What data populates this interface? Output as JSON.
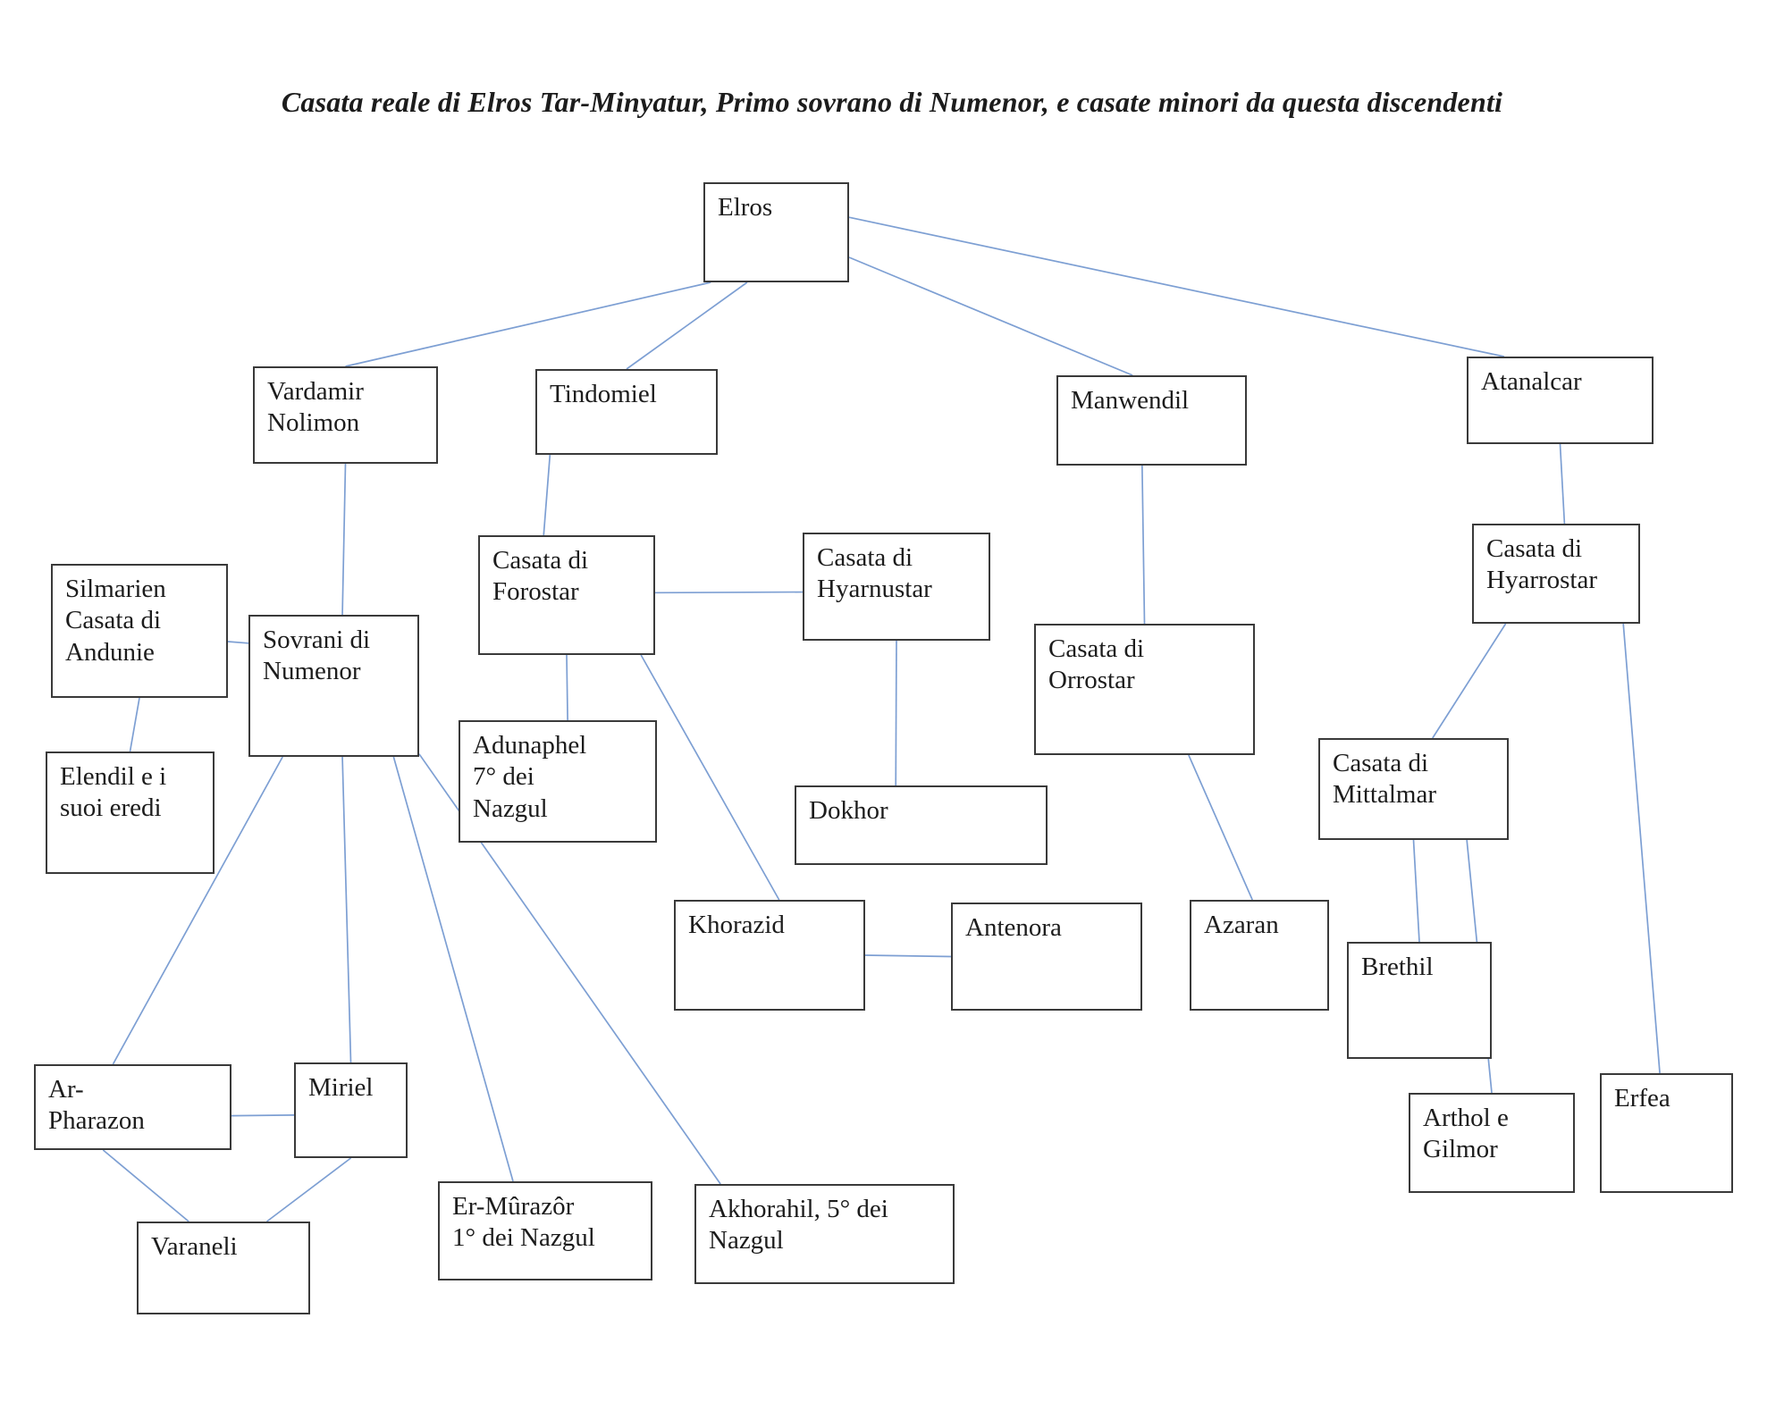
{
  "title": "Casata reale di Elros Tar-Minyatur, Primo sovrano di Numenor, e casate minori da questa discendenti",
  "colors": {
    "edge": "#7d9fd3",
    "node_border": "#3a3a3a",
    "background": "#ffffff",
    "text": "#1c1c1c"
  },
  "nodes": {
    "elros": {
      "label": "Elros"
    },
    "vardamir": {
      "label": "Vardamir\nNolimon"
    },
    "tindomiel": {
      "label": "Tindomiel"
    },
    "manwendil": {
      "label": "Manwendil"
    },
    "atanalcar": {
      "label": "Atanalcar"
    },
    "silmarien": {
      "label": "Silmarien\nCasata di\nAndunie"
    },
    "sovrani": {
      "label": "Sovrani di\nNumenor"
    },
    "forostar": {
      "label": "Casata di\nForostar"
    },
    "hyarnustar": {
      "label": "Casata di\nHyarnustar"
    },
    "orrostar": {
      "label": "Casata di\nOrrostar"
    },
    "hyarrostar": {
      "label": "Casata di\nHyarrostar"
    },
    "elendil": {
      "label": "Elendil e i\nsuoi eredi"
    },
    "adunaphel": {
      "label": "Adunaphel\n7° dei\nNazgul"
    },
    "dokhor": {
      "label": "Dokhor"
    },
    "mittalmar": {
      "label": "Casata di\nMittalmar"
    },
    "khorazid": {
      "label": "Khorazid"
    },
    "antenora": {
      "label": "Antenora"
    },
    "azaran": {
      "label": "Azaran"
    },
    "brethil": {
      "label": "Brethil"
    },
    "arpharazon": {
      "label": "Ar-\nPharazon"
    },
    "miriel": {
      "label": "Miriel"
    },
    "varaneli": {
      "label": "Varaneli"
    },
    "ermurazor": {
      "label": "Er-Mûrazôr\n1° dei Nazgul"
    },
    "akhorahil": {
      "label": "Akhorahil, 5° dei\nNazgul"
    },
    "arthol": {
      "label": "Arthol e\nGilmor"
    },
    "erfea": {
      "label": "Erfea"
    }
  },
  "edges": [
    {
      "from": "elros",
      "from_side": "bottom",
      "from_t": 0.05,
      "to": "vardamir",
      "to_side": "top",
      "to_t": 0.5
    },
    {
      "from": "elros",
      "from_side": "bottom",
      "from_t": 0.3,
      "to": "tindomiel",
      "to_side": "top",
      "to_t": 0.5
    },
    {
      "from": "elros",
      "from_side": "right",
      "from_t": 0.75,
      "to": "manwendil",
      "to_side": "top",
      "to_t": 0.4
    },
    {
      "from": "elros",
      "from_side": "right",
      "from_t": 0.35,
      "to": "atanalcar",
      "to_side": "top",
      "to_t": 0.2
    },
    {
      "from": "vardamir",
      "from_side": "bottom",
      "from_t": 0.5,
      "to": "sovrani",
      "to_side": "top",
      "to_t": 0.55
    },
    {
      "from": "tindomiel",
      "from_side": "bottom",
      "from_t": 0.08,
      "to": "forostar",
      "to_side": "top",
      "to_t": 0.37
    },
    {
      "from": "forostar",
      "from_side": "right",
      "from_t": 0.48,
      "to": "hyarnustar",
      "to_side": "left",
      "to_t": 0.55
    },
    {
      "from": "manwendil",
      "from_side": "bottom",
      "from_t": 0.45,
      "to": "orrostar",
      "to_side": "top",
      "to_t": 0.5
    },
    {
      "from": "atanalcar",
      "from_side": "bottom",
      "from_t": 0.5,
      "to": "hyarrostar",
      "to_side": "top",
      "to_t": 0.55
    },
    {
      "from": "silmarien",
      "from_side": "right",
      "from_t": 0.58,
      "to": "sovrani",
      "to_side": "left",
      "to_t": 0.2
    },
    {
      "from": "silmarien",
      "from_side": "bottom",
      "from_t": 0.5,
      "to": "elendil",
      "to_side": "top",
      "to_t": 0.5
    },
    {
      "from": "forostar",
      "from_side": "bottom",
      "from_t": 0.5,
      "to": "adunaphel",
      "to_side": "top",
      "to_t": 0.55
    },
    {
      "from": "forostar",
      "from_side": "bottom",
      "from_t": 0.92,
      "to": "khorazid",
      "to_side": "top",
      "to_t": 0.55
    },
    {
      "from": "hyarnustar",
      "from_side": "bottom",
      "from_t": 0.5,
      "to": "dokhor",
      "to_side": "top",
      "to_t": 0.4
    },
    {
      "from": "khorazid",
      "from_side": "right",
      "from_t": 0.5,
      "to": "antenora",
      "to_side": "left",
      "to_t": 0.5
    },
    {
      "from": "orrostar",
      "from_side": "bottom",
      "from_t": 0.7,
      "to": "azaran",
      "to_side": "top",
      "to_t": 0.45
    },
    {
      "from": "hyarrostar",
      "from_side": "bottom",
      "from_t": 0.2,
      "to": "mittalmar",
      "to_side": "top",
      "to_t": 0.6
    },
    {
      "from": "hyarrostar",
      "from_side": "bottom",
      "from_t": 0.9,
      "to": "erfea",
      "to_side": "top",
      "to_t": 0.45
    },
    {
      "from": "mittalmar",
      "from_side": "bottom",
      "from_t": 0.5,
      "to": "brethil",
      "to_side": "top",
      "to_t": 0.5
    },
    {
      "from": "mittalmar",
      "from_side": "bottom",
      "from_t": 0.78,
      "to": "arthol",
      "to_side": "top",
      "to_t": 0.5
    },
    {
      "from": "sovrani",
      "from_side": "bottom",
      "from_t": 0.2,
      "to": "arpharazon",
      "to_side": "top",
      "to_t": 0.4
    },
    {
      "from": "sovrani",
      "from_side": "bottom",
      "from_t": 0.55,
      "to": "miriel",
      "to_side": "top",
      "to_t": 0.5
    },
    {
      "from": "sovrani",
      "from_side": "bottom",
      "from_t": 0.85,
      "to": "ermurazor",
      "to_side": "top",
      "to_t": 0.35
    },
    {
      "from": "sovrani",
      "from_side": "right",
      "from_t": 0.98,
      "to": "akhorahil",
      "to_side": "top",
      "to_t": 0.1
    },
    {
      "from": "arpharazon",
      "from_side": "right",
      "from_t": 0.6,
      "to": "miriel",
      "to_side": "left",
      "to_t": 0.55
    },
    {
      "from": "arpharazon",
      "from_side": "bottom",
      "from_t": 0.35,
      "to": "varaneli",
      "to_side": "top",
      "to_t": 0.3
    },
    {
      "from": "miriel",
      "from_side": "bottom",
      "from_t": 0.5,
      "to": "varaneli",
      "to_side": "top",
      "to_t": 0.75
    }
  ]
}
